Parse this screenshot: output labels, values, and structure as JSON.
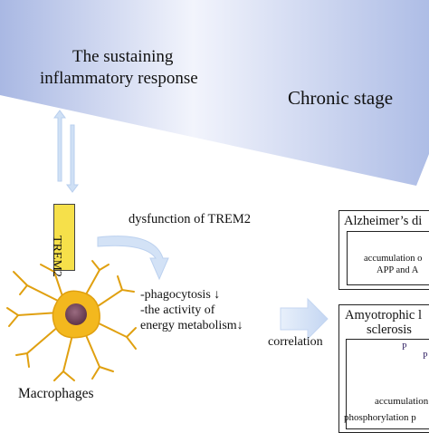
{
  "banner": {
    "line1": "The sustaining",
    "line2": "inflammatory response",
    "stage": "Chronic stage"
  },
  "trem_label": "TREM2",
  "dysfunction": "dysfunction of TREM2",
  "effects": [
    "-phagocytosis ↓",
    "-the activity of",
    "energy metabolism↓"
  ],
  "correlation": "correlation",
  "macrophages": "Macrophages",
  "alzheimers": {
    "title": "Alzheimer’s di",
    "caption1": "accumulation o",
    "caption2": "APP and A"
  },
  "als": {
    "title1": "Amyotrophic l",
    "title2": "sclerosis",
    "marker": "P",
    "caption1": "accumulation",
    "caption2": "phosphorylation p"
  },
  "colors": {
    "banner_dark": "#a9b8e3",
    "banner_light": "#eef1fb",
    "arrow_blue": "#c5d7f2",
    "cell_yellow": "#f3b81e",
    "nucleus": "#7a4a5e",
    "trem_yellow": "#f6e04a",
    "amyloid_orange": "#c8692f",
    "tau_purple": "#c79be6"
  }
}
